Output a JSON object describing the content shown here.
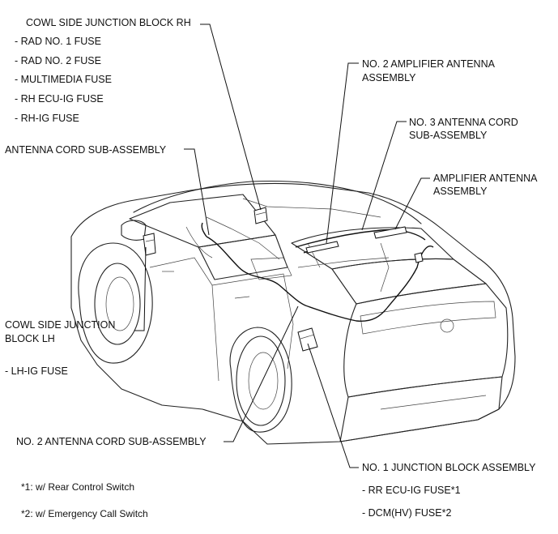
{
  "labels": {
    "cowl_rh_title": "COWL SIDE JUNCTION BLOCK RH",
    "cowl_rh_fuses": [
      "- RAD NO. 1 FUSE",
      "- RAD NO. 2 FUSE",
      "- MULTIMEDIA FUSE",
      "- RH ECU-IG FUSE",
      "- RH-IG FUSE"
    ],
    "amp2_line1": "NO. 2 AMPLIFIER ANTENNA",
    "amp2_line2": "ASSEMBLY",
    "cord3_line1": "NO. 3 ANTENNA CORD",
    "cord3_line2": "SUB-ASSEMBLY",
    "amp_line1": "AMPLIFIER ANTENNA",
    "amp_line2": "ASSEMBLY",
    "cord_sub": "ANTENNA CORD SUB-ASSEMBLY",
    "cowl_lh_line1": "COWL SIDE JUNCTION",
    "cowl_lh_line2": "BLOCK LH",
    "cowl_lh_fuse": "- LH-IG FUSE",
    "cord2": "NO. 2 ANTENNA CORD SUB-ASSEMBLY",
    "jb1": "NO. 1 JUNCTION BLOCK ASSEMBLY",
    "jb1_fuses": [
      "- RR ECU-IG FUSE*1",
      "- DCM(HV) FUSE*2"
    ],
    "footnotes": [
      "*1: w/ Rear Control Switch",
      "*2: w/ Emergency Call Switch"
    ]
  }
}
